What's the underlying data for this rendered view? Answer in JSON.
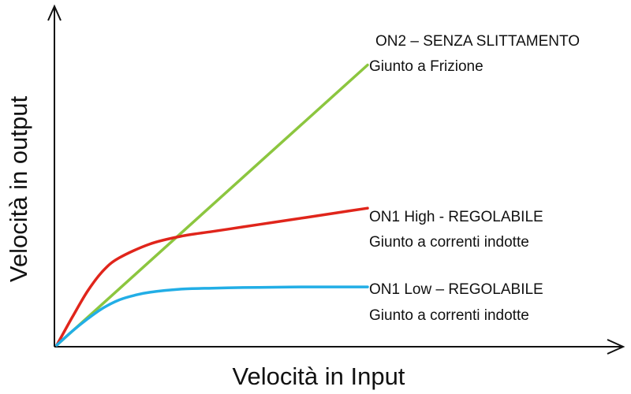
{
  "chart_data": {
    "type": "line",
    "title": "",
    "xlabel": "Velocità in Input",
    "ylabel": "Velocità in output",
    "xlim": [
      0,
      10
    ],
    "ylim": [
      0,
      10
    ],
    "grid": false,
    "legend": "none",
    "series": [
      {
        "key": "on2",
        "color": "#8cc63f",
        "x": [
          0,
          10
        ],
        "y": [
          0,
          9
        ]
      },
      {
        "key": "on1_high",
        "color": "#e0251b",
        "x": [
          0,
          0.5,
          1,
          1.5,
          2,
          3,
          4,
          5,
          6,
          7,
          8,
          9,
          10
        ],
        "y": [
          0,
          0.9,
          1.75,
          2.4,
          2.8,
          3.25,
          3.5,
          3.65,
          3.8,
          3.95,
          4.1,
          4.25,
          4.4
        ]
      },
      {
        "key": "on1_low",
        "color": "#22aee6",
        "x": [
          0,
          0.5,
          1,
          1.5,
          2,
          2.5,
          3,
          4,
          5,
          6,
          7,
          8,
          9,
          10
        ],
        "y": [
          0,
          0.45,
          0.85,
          1.2,
          1.45,
          1.6,
          1.7,
          1.8,
          1.83,
          1.85,
          1.86,
          1.87,
          1.87,
          1.87
        ]
      }
    ],
    "annotations": [
      {
        "key": "on2",
        "line1": "ON2 – SENZA SLITTAMENTO",
        "line2": "Giunto a Frizione"
      },
      {
        "key": "on1_high",
        "line1": "ON1 High -  REGOLABILE",
        "line2": "Giunto a correnti indotte"
      },
      {
        "key": "on1_low",
        "line1": "ON1  Low – REGOLABILE",
        "line2": "Giunto a correnti indotte"
      }
    ]
  }
}
